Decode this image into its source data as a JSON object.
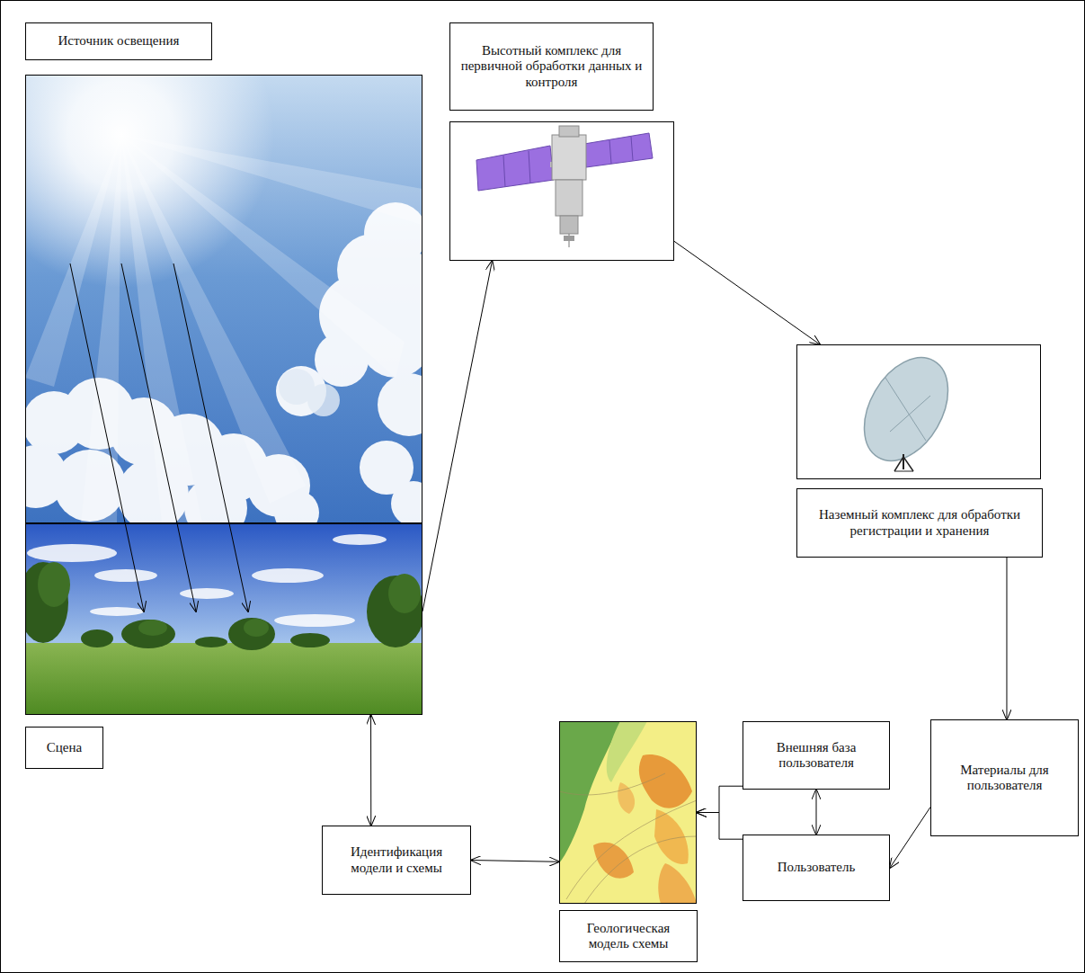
{
  "diagram": {
    "nodes": [
      {
        "text": [
          "Источник освещения"
        ]
      },
      {
        "text": [
          "Высотный комплекс для первичной обработки данных и контроля"
        ]
      },
      {
        "text": [
          "Наземный комплекс для обработки регистрации и хранения"
        ]
      },
      {
        "text": [
          "Сцена"
        ]
      },
      {
        "text": [
          "Идентификация модели и схемы"
        ]
      },
      {
        "text": [
          "Геологическая модель схемы"
        ]
      },
      {
        "text": [
          "Внешняя база пользователя"
        ]
      },
      {
        "text": [
          "Материалы для пользователя"
        ]
      },
      {
        "text": [
          "Пользователь"
        ]
      }
    ],
    "edges": [
      {
        "from": 3,
        "to": 1,
        "arrow": "to"
      },
      {
        "from": 1,
        "to": 2,
        "arrow": "to"
      },
      {
        "from": 2,
        "to": 7,
        "arrow": "to"
      },
      {
        "from": 7,
        "to": 8,
        "arrow": "to"
      },
      {
        "from": 3,
        "to": 4,
        "arrow": "both"
      },
      {
        "from": 4,
        "to": 5,
        "arrow": "both"
      },
      {
        "from": 6,
        "to": 8,
        "arrow": "both"
      },
      {
        "from": 6,
        "to": 5,
        "arrow": "to"
      },
      {
        "from": 8,
        "to": 5,
        "arrow": "to"
      }
    ]
  }
}
